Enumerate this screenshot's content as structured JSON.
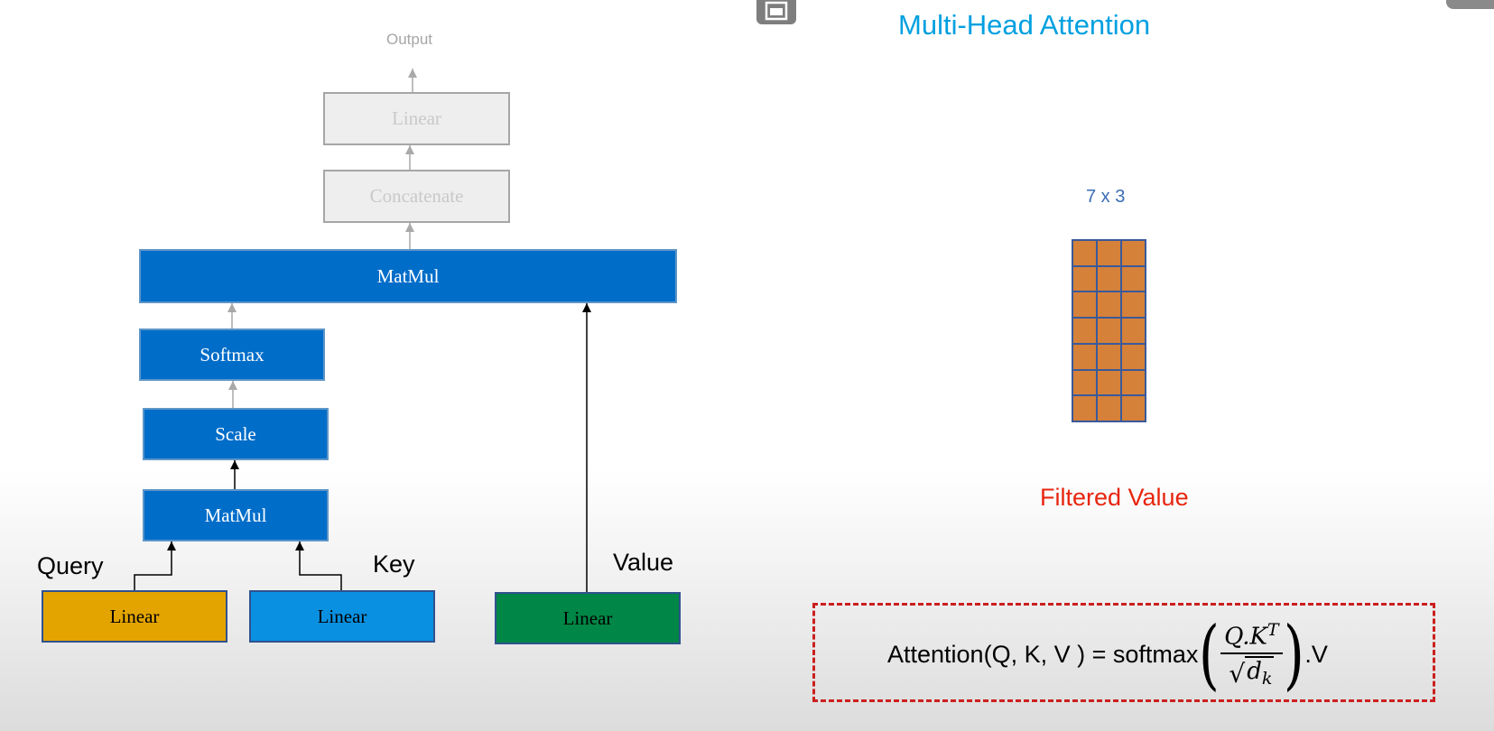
{
  "title": "Multi-Head Attention",
  "nodes": {
    "output": "Output",
    "linear_top": "Linear",
    "concatenate": "Concatenate",
    "matmul_top": "MatMul",
    "softmax": "Softmax",
    "scale": "Scale",
    "matmul_bottom": "MatMul",
    "linear_query": "Linear",
    "linear_key": "Linear",
    "linear_value": "Linear"
  },
  "inputs": {
    "query": "Query",
    "key": "Key",
    "value": "Value"
  },
  "matrix": {
    "label": "7 x 3",
    "rows": 7,
    "cols": 3,
    "fill": "#d5813a",
    "border": "#3a5a9a"
  },
  "filtered_value": "Filtered Value",
  "formula": {
    "lhs": "Attention(Q, K, V ) = softmax",
    "numerator": "Q.K",
    "numerator_sup": "T",
    "denominator": "d",
    "denominator_sub": "k",
    "tail": ".V"
  },
  "colors": {
    "title": "#00a0e0",
    "block_blue": "#006dc9",
    "query_linear": "#e3a400",
    "key_linear": "#0a90e0",
    "value_linear": "#008646",
    "filtered_value": "#e8250f",
    "matrix_label": "#3a6db5",
    "dashed_border": "#cc1f1f"
  },
  "icons": [
    "window-icon"
  ]
}
